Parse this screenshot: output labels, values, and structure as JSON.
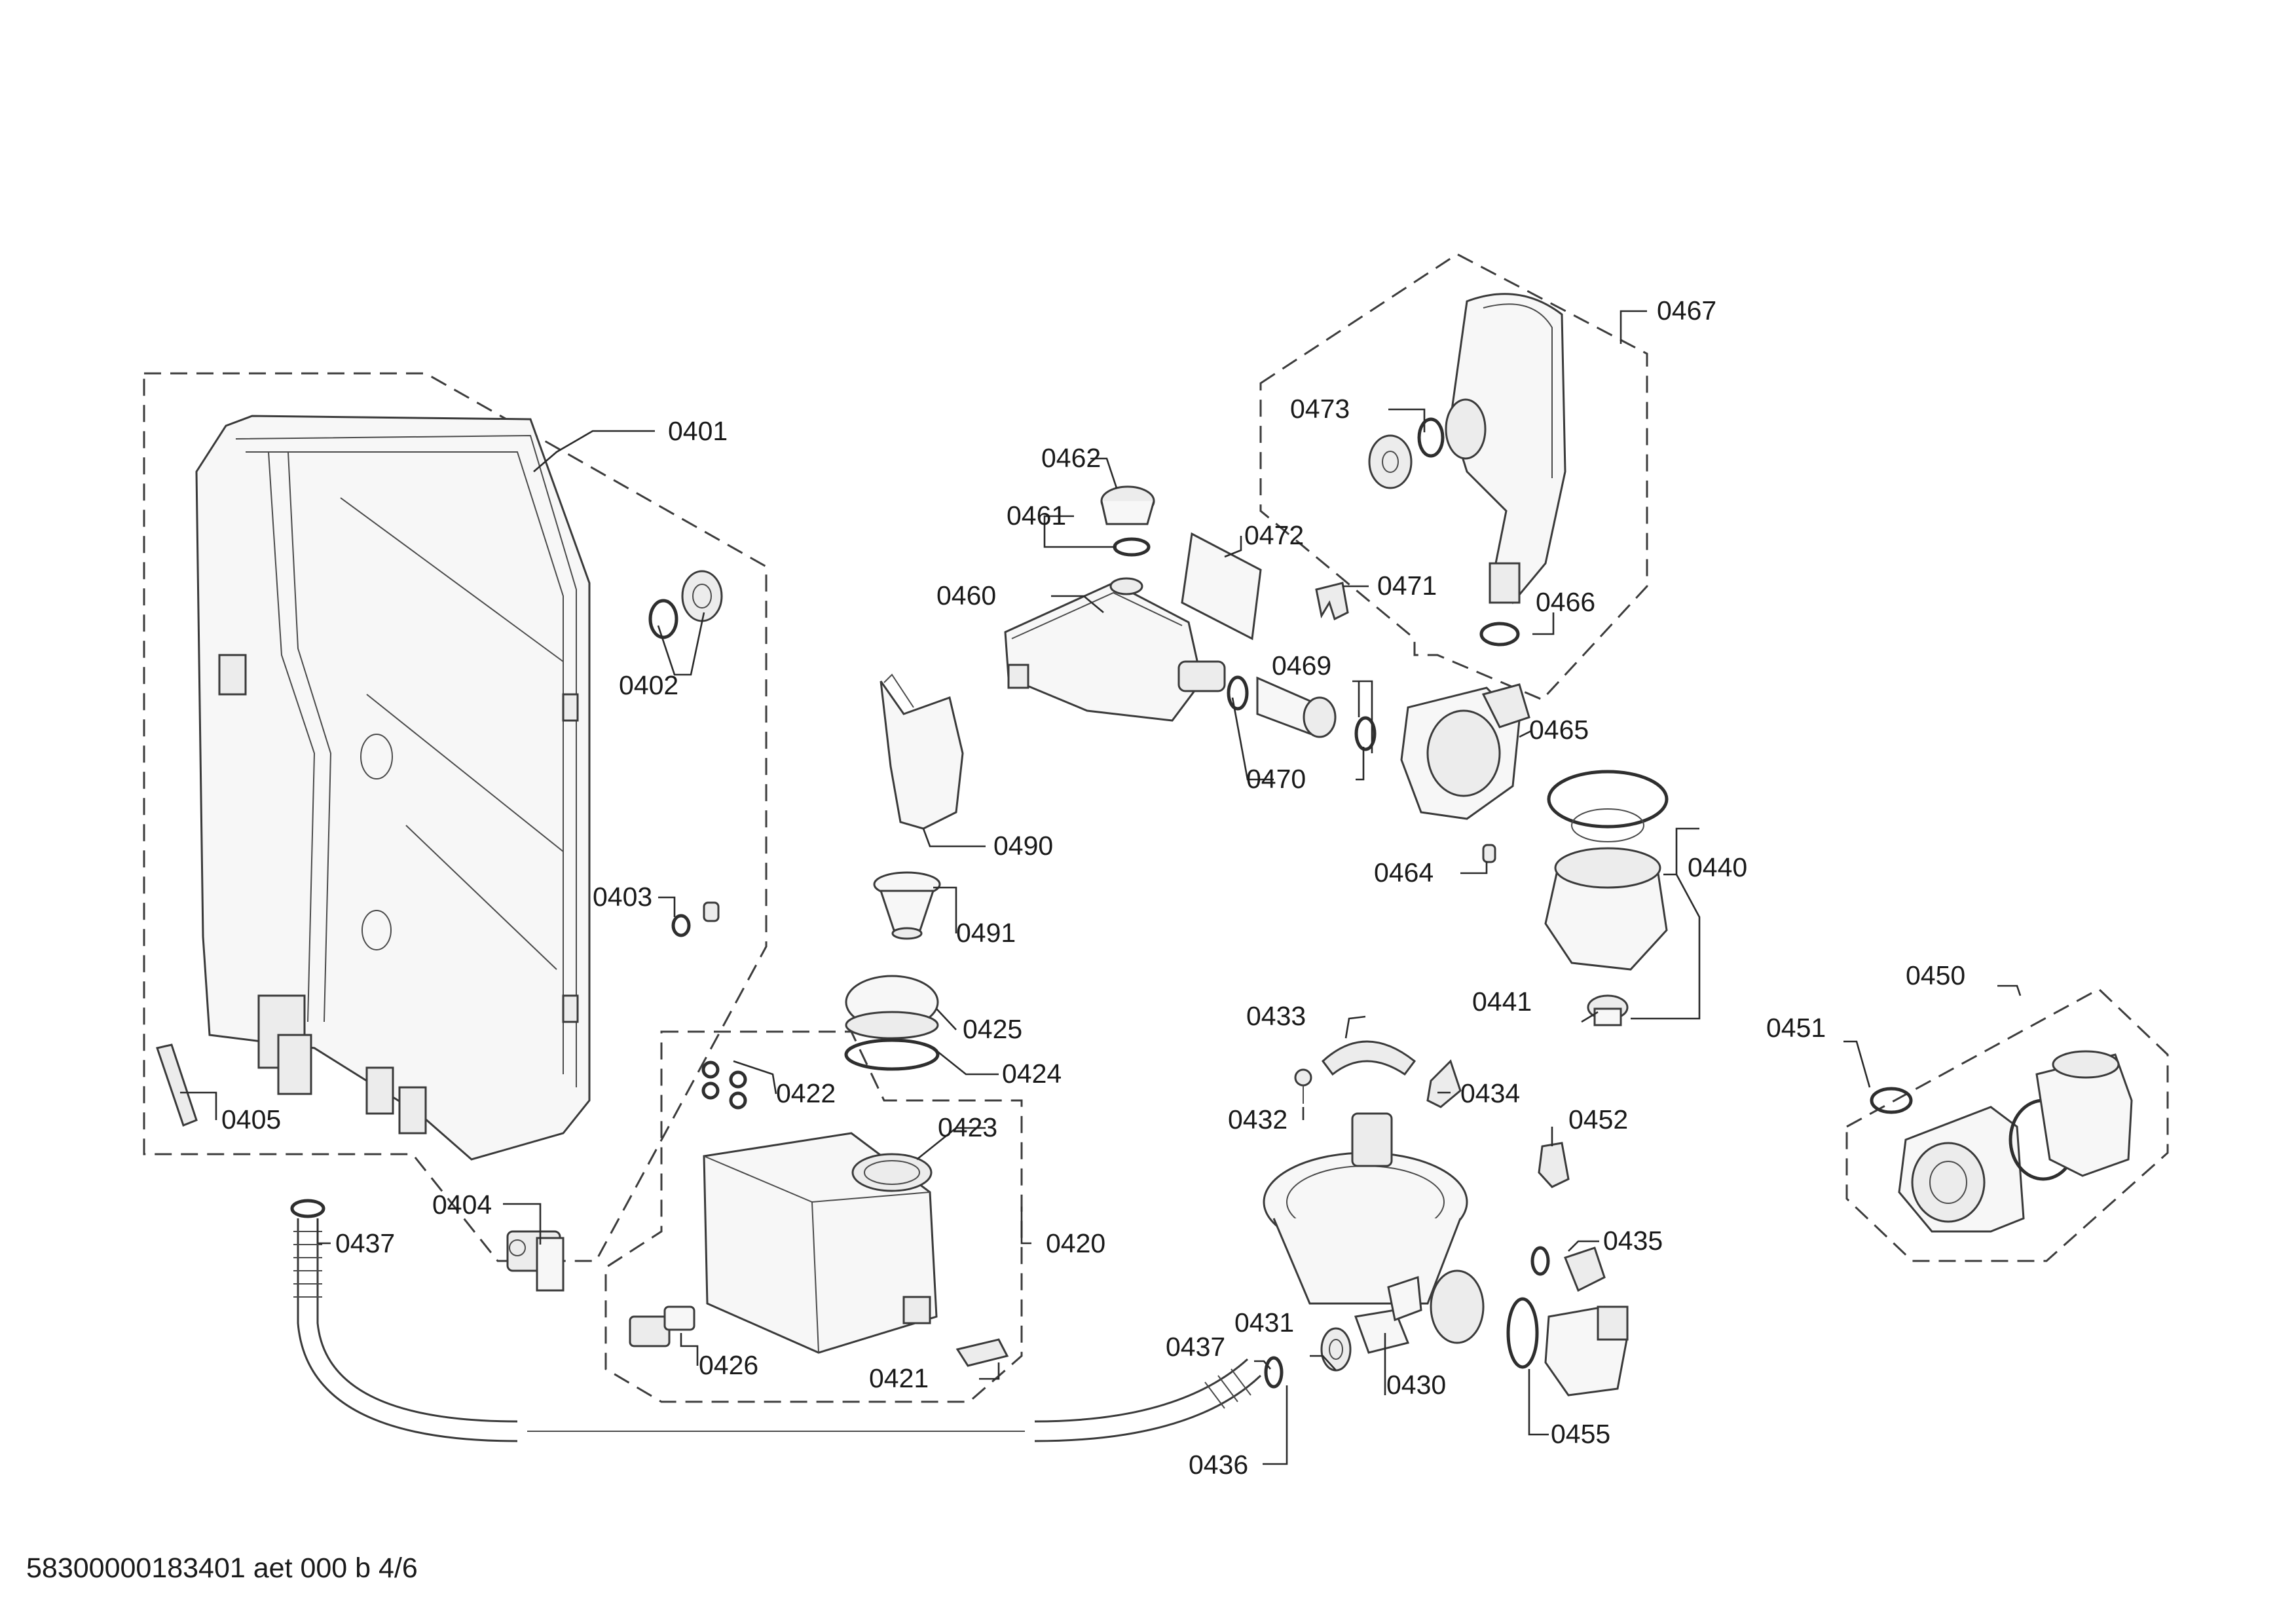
{
  "diagram": {
    "footer_code": "58300000183401 aet 000 b 4/6",
    "part_labels": [
      "0401",
      "0402",
      "0403",
      "0404",
      "0405",
      "0437",
      "0426",
      "0421",
      "0420",
      "0422",
      "0423",
      "0424",
      "0425",
      "0491",
      "0490",
      "0460",
      "0461",
      "0462",
      "0472",
      "0471",
      "0469",
      "0470",
      "0467",
      "0473",
      "0466",
      "0465",
      "0464",
      "0440",
      "0441",
      "0450",
      "0451",
      "0433",
      "0434",
      "0432",
      "0452",
      "0435",
      "0455",
      "0431",
      "0430",
      "0437",
      "0436"
    ]
  }
}
